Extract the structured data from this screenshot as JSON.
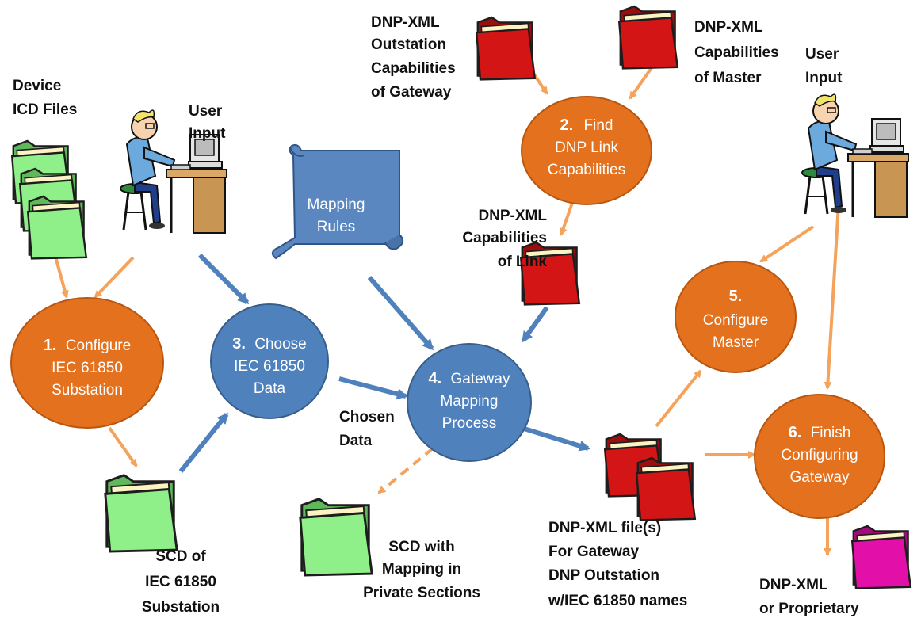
{
  "colors": {
    "orange_node": "#e3711e",
    "orange_stroke": "#b9560f",
    "blue_node": "#4f81bd",
    "blue_stroke": "#385d8a",
    "orange_arrow": "#f5a25a",
    "blue_arrow": "#4f81bd",
    "green_folder": "#8ff08a",
    "red_folder": "#d41515",
    "magenta_folder": "#e20fa8"
  },
  "nodes": {
    "n1": {
      "number": "1.",
      "line1": "Configure",
      "line2": "IEC 61850",
      "line3": "Substation"
    },
    "n2": {
      "number": "2.",
      "line1": "Find",
      "line2": "DNP Link",
      "line3": "Capabilities"
    },
    "n3": {
      "number": "3.",
      "line1": "Choose",
      "line2": "IEC 61850",
      "line3": "Data"
    },
    "n4": {
      "number": "4.",
      "line1": "Gateway",
      "line2": "Mapping",
      "line3": "Process"
    },
    "n5": {
      "number": "5.",
      "line1": "Configure",
      "line2": "Master"
    },
    "n6": {
      "number": "6.",
      "line1": "Finish",
      "line2": "Configuring",
      "line3": "Gateway"
    }
  },
  "scroll": {
    "line1": "Mapping",
    "line2": "Rules"
  },
  "labels": {
    "device_icd": [
      "Device",
      "ICD Files"
    ],
    "user_input_left": [
      "User",
      "Input"
    ],
    "user_input_right": [
      "User",
      "Input"
    ],
    "dnp_outstation_caps": [
      "DNP-XML",
      "Outstation",
      "Capabilities",
      "of Gateway"
    ],
    "dnp_master_caps": [
      "DNP-XML",
      "Capabilities",
      "of Master"
    ],
    "dnp_link_caps": [
      "DNP-XML",
      "Capabilities",
      "of Link"
    ],
    "chosen_data": [
      "Chosen",
      "Data"
    ],
    "scd_substation": [
      "SCD of",
      "IEC 61850",
      "Substation"
    ],
    "scd_mapping": [
      "SCD with",
      "Mapping in",
      "Private Sections"
    ],
    "dnp_gateway_files": [
      "DNP-XML file(s)",
      "For Gateway",
      "DNP Outstation",
      "w/IEC 61850 names"
    ],
    "dnp_proprietary": [
      "DNP-XML",
      "or Proprietary"
    ]
  }
}
